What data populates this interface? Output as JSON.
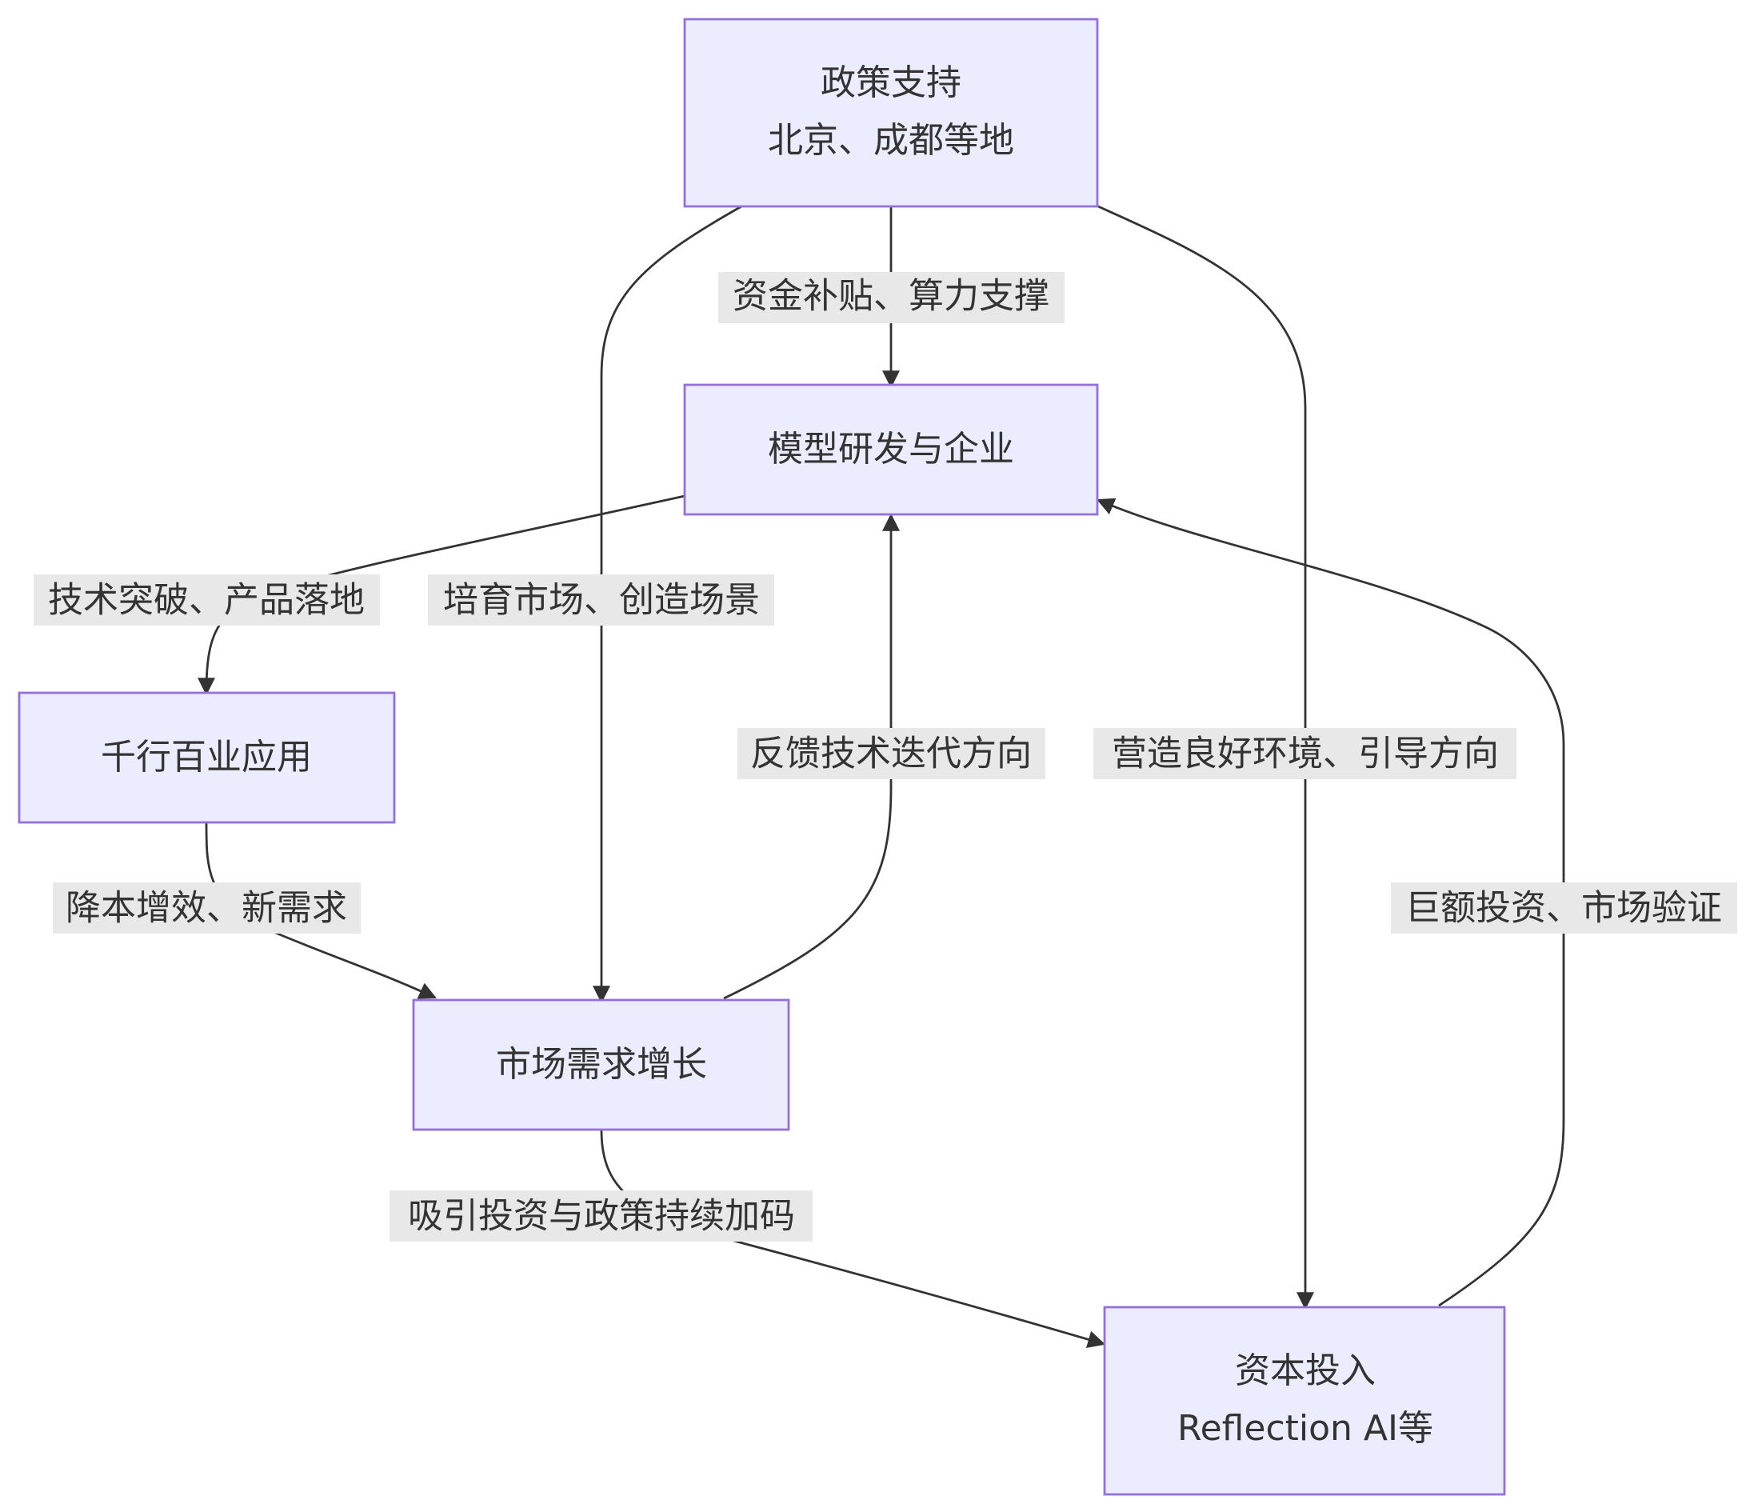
{
  "nodes": {
    "policy": {
      "lines": [
        "政策支持",
        "北京、成都等地"
      ]
    },
    "model": {
      "lines": [
        "模型研发与企业"
      ]
    },
    "apps": {
      "lines": [
        "千行百业应用"
      ]
    },
    "market": {
      "lines": [
        "市场需求增长"
      ]
    },
    "capital": {
      "lines": [
        "资本投入",
        "Reflection AI等"
      ]
    }
  },
  "edges": {
    "policy_model": "资金补贴、算力支撑",
    "policy_market": "培育市场、创造场景",
    "policy_capital": "营造良好环境、引导方向",
    "model_apps": "技术突破、产品落地",
    "apps_market": "降本增效、新需求",
    "market_model": "反馈技术迭代方向",
    "market_capital": "吸引投资与政策持续加码",
    "capital_model": "巨额投资、市场验证"
  },
  "colors": {
    "node_fill": "#ECECFF",
    "node_stroke": "#9370DB",
    "edge": "#333333",
    "label_bg": "#E8E8E8",
    "text": "#333333"
  }
}
